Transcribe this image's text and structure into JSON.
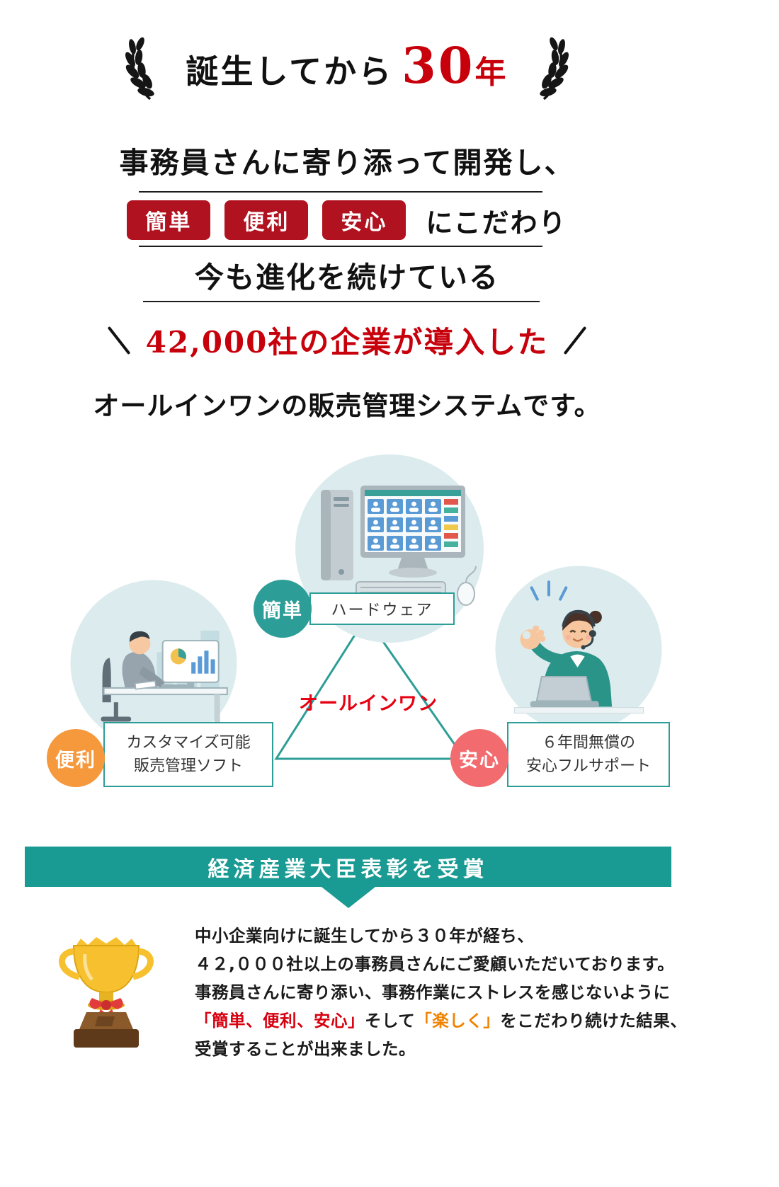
{
  "colors": {
    "badge_red": "#b0121f",
    "accent_red": "#c7000b",
    "teal": "#2d9d97",
    "banner_teal": "#199a92",
    "orange": "#f6983c",
    "coral": "#f26b6e",
    "illustration_bg": "#dcecee",
    "award_red": "#d7000f",
    "award_orange": "#f08300"
  },
  "hero": {
    "title_prefix": "誕生してから",
    "title_number": "30",
    "title_suffix": "年"
  },
  "intro": {
    "line1": "事務員さんに寄り添って開発し、",
    "badges": [
      "簡単",
      "便利",
      "安心"
    ],
    "badges_suffix": "にこだわり",
    "line2": "今も進化を続けている"
  },
  "highlight": "42,000社の企業が導入した",
  "subtitle": "オールインワンの販売管理システムです。",
  "diagram": {
    "center_label": "オールインワン",
    "top_node": {
      "badge": "簡単",
      "label": "ハードウェア"
    },
    "left_node": {
      "badge": "便利",
      "label_line1": "カスタマイズ可能",
      "label_line2": "販売管理ソフト"
    },
    "right_node": {
      "badge": "安心",
      "label_line1": "６年間無償の",
      "label_line2": "安心フルサポート"
    }
  },
  "award": {
    "banner": "経済産業大臣表彰を受賞",
    "line1": "中小企業向けに誕生してから３０年が経ち、",
    "line2": "４２,０００社以上の事務員さんにご愛顧いただいております。",
    "line3": "事務員さんに寄り添い、事務作業にストレスを感じないように",
    "line4_red": "「簡単、便利、安心」",
    "line4_mid": "そして",
    "line4_orange": "「楽しく」",
    "line4_end": "をこだわり続けた結果、",
    "line5": "受賞することが出来ました。"
  }
}
